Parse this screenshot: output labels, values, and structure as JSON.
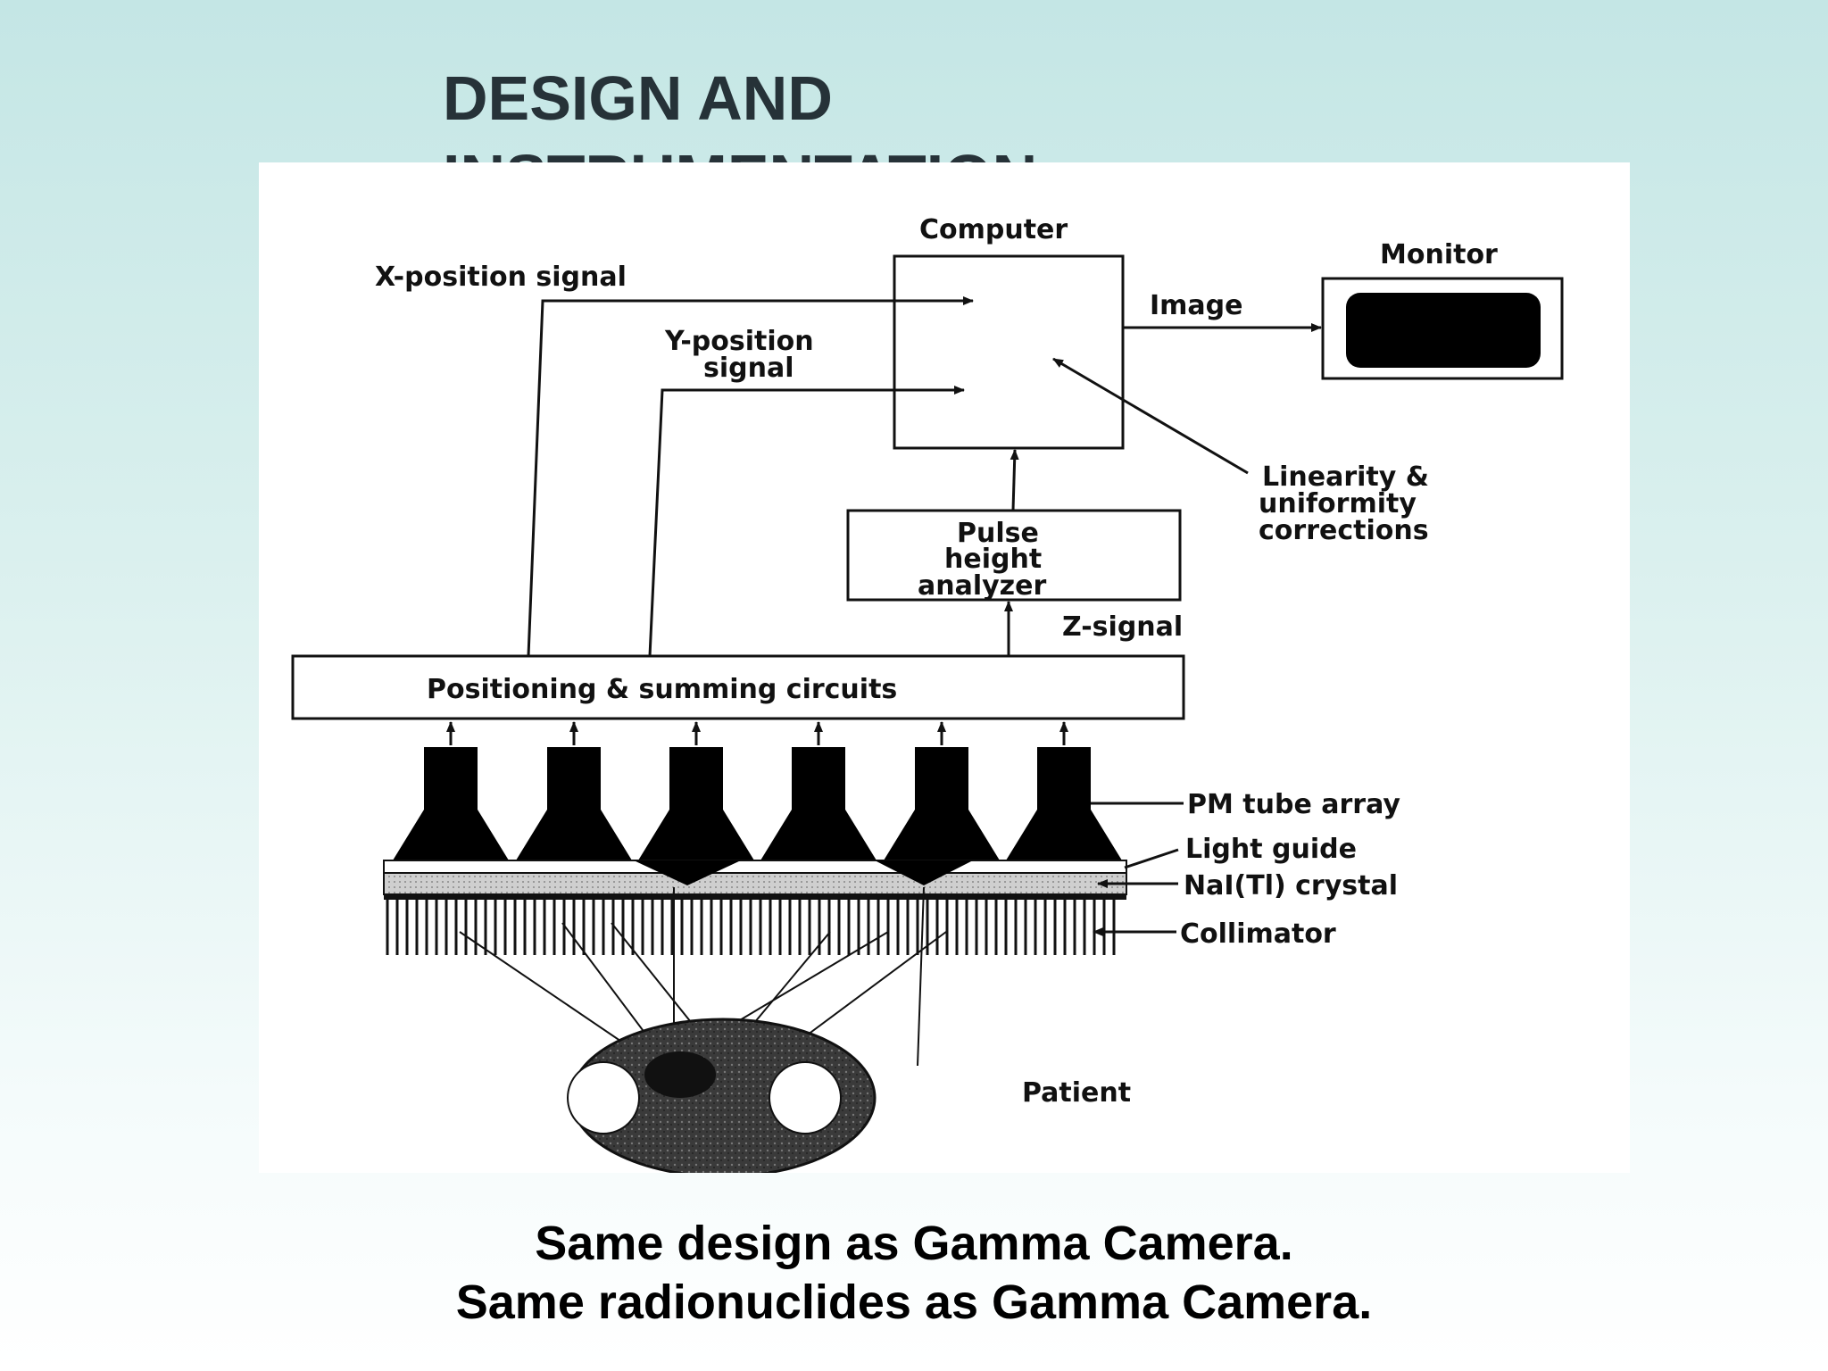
{
  "slide": {
    "title_line1": "DESIGN AND",
    "title_line2": "INSTRUMENTATION",
    "caption_line1": "Same design as Gamma Camera.",
    "caption_line2": "Same radionuclides as Gamma Camera."
  },
  "diagram": {
    "computer": "Computer",
    "monitor": "Monitor",
    "image": "Image",
    "x_signal": "X-position signal",
    "y_signal_1": "Y-position",
    "y_signal_2": "signal",
    "pha_1": "Pulse",
    "pha_2": "height",
    "pha_3": "analyzer",
    "corrections_1": "Linearity &",
    "corrections_2": "uniformity",
    "corrections_3": "corrections",
    "z_signal": "Z-signal",
    "positioning": "Positioning & summing circuits",
    "pm_tube": "PM tube array",
    "light_guide": "Light guide",
    "crystal": "NaI(Tl) crystal",
    "collimator": "Collimator",
    "patient": "Patient"
  }
}
